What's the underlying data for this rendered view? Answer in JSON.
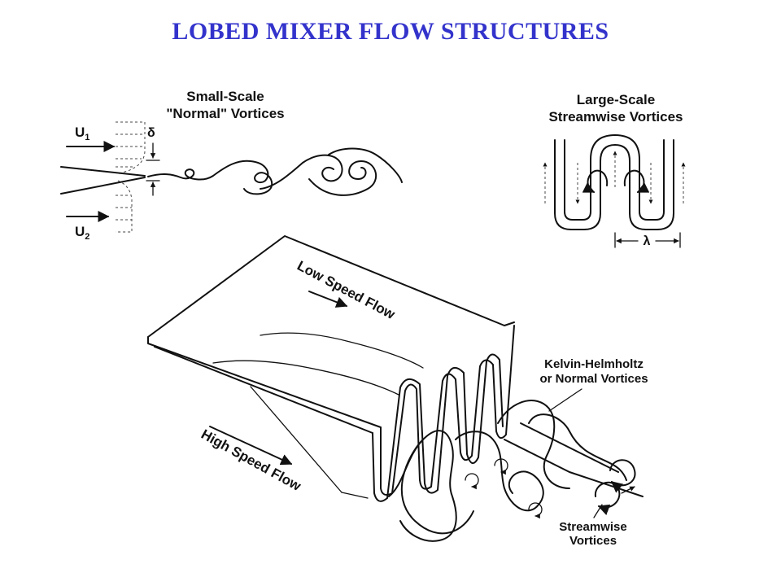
{
  "title": "LOBED MIXER FLOW STRUCTURES",
  "labels": {
    "small_scale_line1": "Small-Scale",
    "small_scale_line2": "\"Normal\" Vortices",
    "u1": "U",
    "u1_sub": "1",
    "u2": "U",
    "u2_sub": "2",
    "delta": "δ",
    "large_scale_line1": "Large-Scale",
    "large_scale_line2": "Streamwise Vortices",
    "lambda": "λ",
    "low_speed_flow": "Low Speed Flow",
    "high_speed_flow": "High Speed Flow",
    "kh_line1": "Kelvin-Helmholtz",
    "kh_line2": "or Normal Vortices",
    "streamwise_line1": "Streamwise",
    "streamwise_line2": "Vortices"
  },
  "colors": {
    "title": "#3333cc",
    "line": "#111111"
  }
}
